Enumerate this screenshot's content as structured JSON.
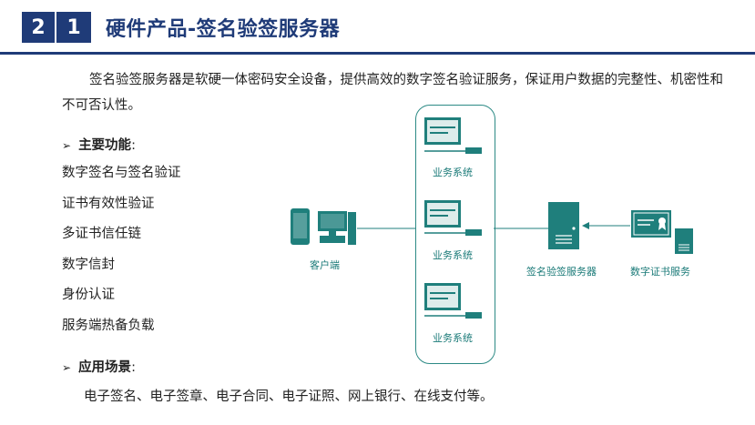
{
  "header": {
    "num1": "2",
    "num2": "1",
    "title": "硬件产品-签名验签服务器"
  },
  "intro": "签名验签服务器是软硬一体密码安全设备，提供高效的数字签名验证服务，保证用户数据的完整性、机密性和不可否认性。",
  "features": {
    "heading": "主要功能",
    "colon": ":",
    "items": [
      "数字签名与签名验证",
      "证书有效性验证",
      "多证书信任链",
      "数字信封",
      "身份认证",
      "服务端热备负载"
    ]
  },
  "scenarios": {
    "heading": "应用场景",
    "colon": ":",
    "text": "电子签名、电子签章、电子合同、电子证照、网上银行、在线支付等。"
  },
  "diagram": {
    "client_label": "客户端",
    "business_labels": [
      "业务系统",
      "业务系统",
      "业务系统"
    ],
    "server_label": "签名验签服务器",
    "cert_label": "数字证书服务",
    "accent_color": "#1f7f7c",
    "header_color": "#1f3b78"
  }
}
